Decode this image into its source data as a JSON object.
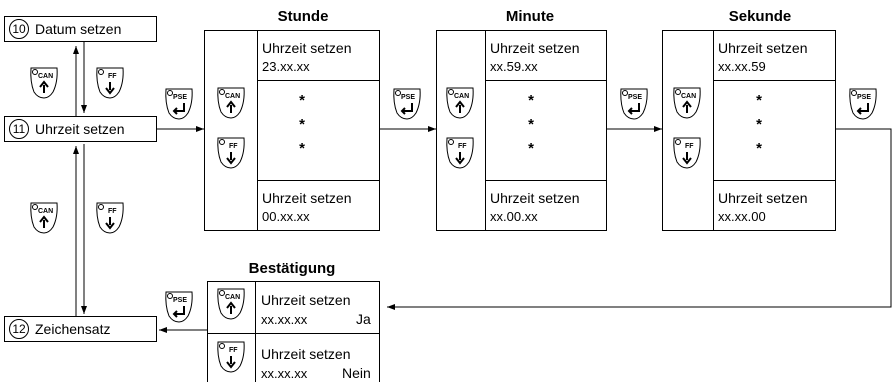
{
  "menus": {
    "m10": {
      "num": "10",
      "label": "Datum setzen"
    },
    "m11": {
      "num": "11",
      "label": "Uhrzeit setzen"
    },
    "m12": {
      "num": "12",
      "label": "Zeichensatz"
    }
  },
  "keys": {
    "can": "CAN",
    "ff": "FF",
    "pse": "PSE"
  },
  "stunde": {
    "title": "Stunde",
    "top_label": "Uhrzeit setzen",
    "top_value": "23.xx.xx",
    "bottom_label": "Uhrzeit setzen",
    "bottom_value": "00.xx.xx"
  },
  "minute": {
    "title": "Minute",
    "top_label": "Uhrzeit setzen",
    "top_value": "xx.59.xx",
    "bottom_label": "Uhrzeit setzen",
    "bottom_value": "xx.00.xx"
  },
  "sekunde": {
    "title": "Sekunde",
    "top_label": "Uhrzeit setzen",
    "top_value": "xx.xx.59",
    "bottom_label": "Uhrzeit setzen",
    "bottom_value": "xx.xx.00"
  },
  "star": "*",
  "bestaetigung": {
    "title": "Bestätigung",
    "ja": {
      "label": "Uhrzeit setzen",
      "value": "xx.xx.xx",
      "choice": "Ja"
    },
    "nein": {
      "label": "Uhrzeit setzen",
      "value": "xx.xx.xx",
      "choice": "Nein"
    }
  }
}
